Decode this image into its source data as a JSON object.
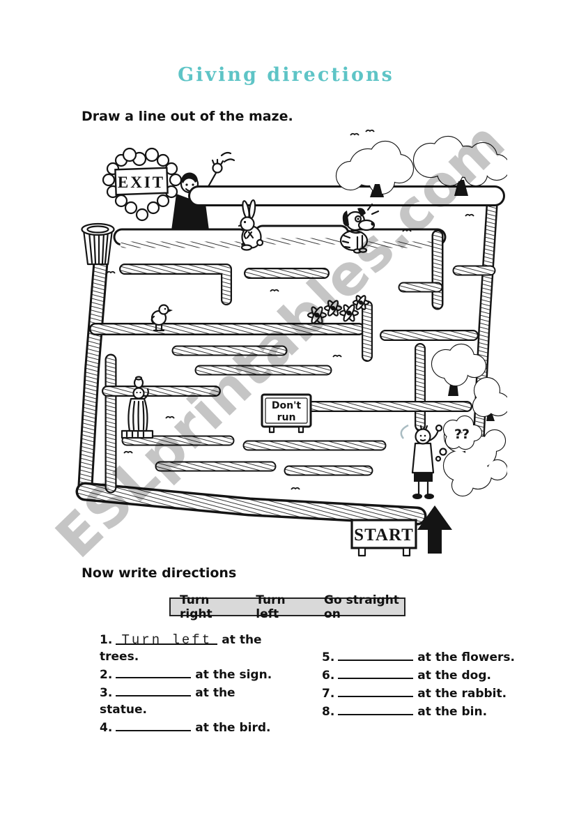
{
  "page": {
    "title": "Giving directions"
  },
  "colors": {
    "title": "#5ec4c6",
    "watermark": "#c5c5c5",
    "word_box_bg": "#d9d9d9",
    "ink": "#141414"
  },
  "instructions": {
    "draw_maze": "Draw a line out of the maze.",
    "write_directions": "Now write directions"
  },
  "maze_labels": {
    "exit": "EXIT",
    "dont_run_line1": "Don't",
    "dont_run_line2": "run",
    "start": "START",
    "question_marks": "??"
  },
  "watermark": {
    "text": "ESLprintables.com"
  },
  "word_bank": [
    "Turn right",
    "Turn left",
    "Go straight on"
  ],
  "exercise": {
    "items": [
      {
        "num": "1.",
        "answer": "Turn left",
        "text": "at the trees."
      },
      {
        "num": "2.",
        "answer": "",
        "text": "at the sign."
      },
      {
        "num": "3.",
        "answer": "",
        "text": "at the statue."
      },
      {
        "num": "4.",
        "answer": "",
        "text": "at the bird."
      },
      {
        "num": "5.",
        "answer": "",
        "text": "at the flowers."
      },
      {
        "num": "6.",
        "answer": "",
        "text": "at the dog."
      },
      {
        "num": "7.",
        "answer": "",
        "text": "at the rabbit."
      },
      {
        "num": "8.",
        "answer": "",
        "text": "at the bin."
      }
    ]
  }
}
